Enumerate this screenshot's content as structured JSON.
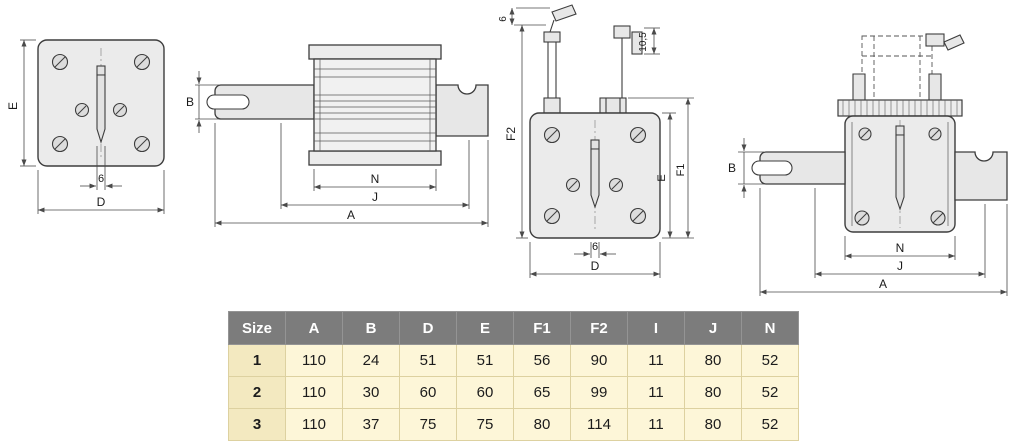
{
  "drawings": {
    "front_view": {
      "dim_e": "E",
      "dim_6": "6",
      "dim_d": "D"
    },
    "side_view": {
      "dim_b": "B",
      "dim_n": "N",
      "dim_j": "J",
      "dim_a": "A"
    },
    "indicator_front_view": {
      "dim_6_top": "6",
      "dim_10_5": "10,5",
      "dim_f2": "F2",
      "dim_f1": "F1",
      "dim_e": "E",
      "dim_6": "6",
      "dim_d": "D"
    },
    "indicator_side_view": {
      "dim_b": "B",
      "dim_n": "N",
      "dim_j": "J",
      "dim_a": "A"
    }
  },
  "table": {
    "headers": [
      "Size",
      "A",
      "B",
      "D",
      "E",
      "F1",
      "F2",
      "I",
      "J",
      "N"
    ],
    "rows": [
      [
        "1",
        "110",
        "24",
        "51",
        "51",
        "56",
        "90",
        "11",
        "80",
        "52"
      ],
      [
        "2",
        "110",
        "30",
        "60",
        "60",
        "65",
        "99",
        "11",
        "80",
        "52"
      ],
      [
        "3",
        "110",
        "37",
        "75",
        "75",
        "80",
        "114",
        "11",
        "80",
        "52"
      ]
    ]
  },
  "colors": {
    "header_bg": "#7c7c7c",
    "header_text": "#ffffff",
    "row_bg": "#fdf6d8",
    "size_col_bg": "#f3e9c0",
    "table_border": "#ddd1a0",
    "drawing_line": "#3d3d3d"
  }
}
